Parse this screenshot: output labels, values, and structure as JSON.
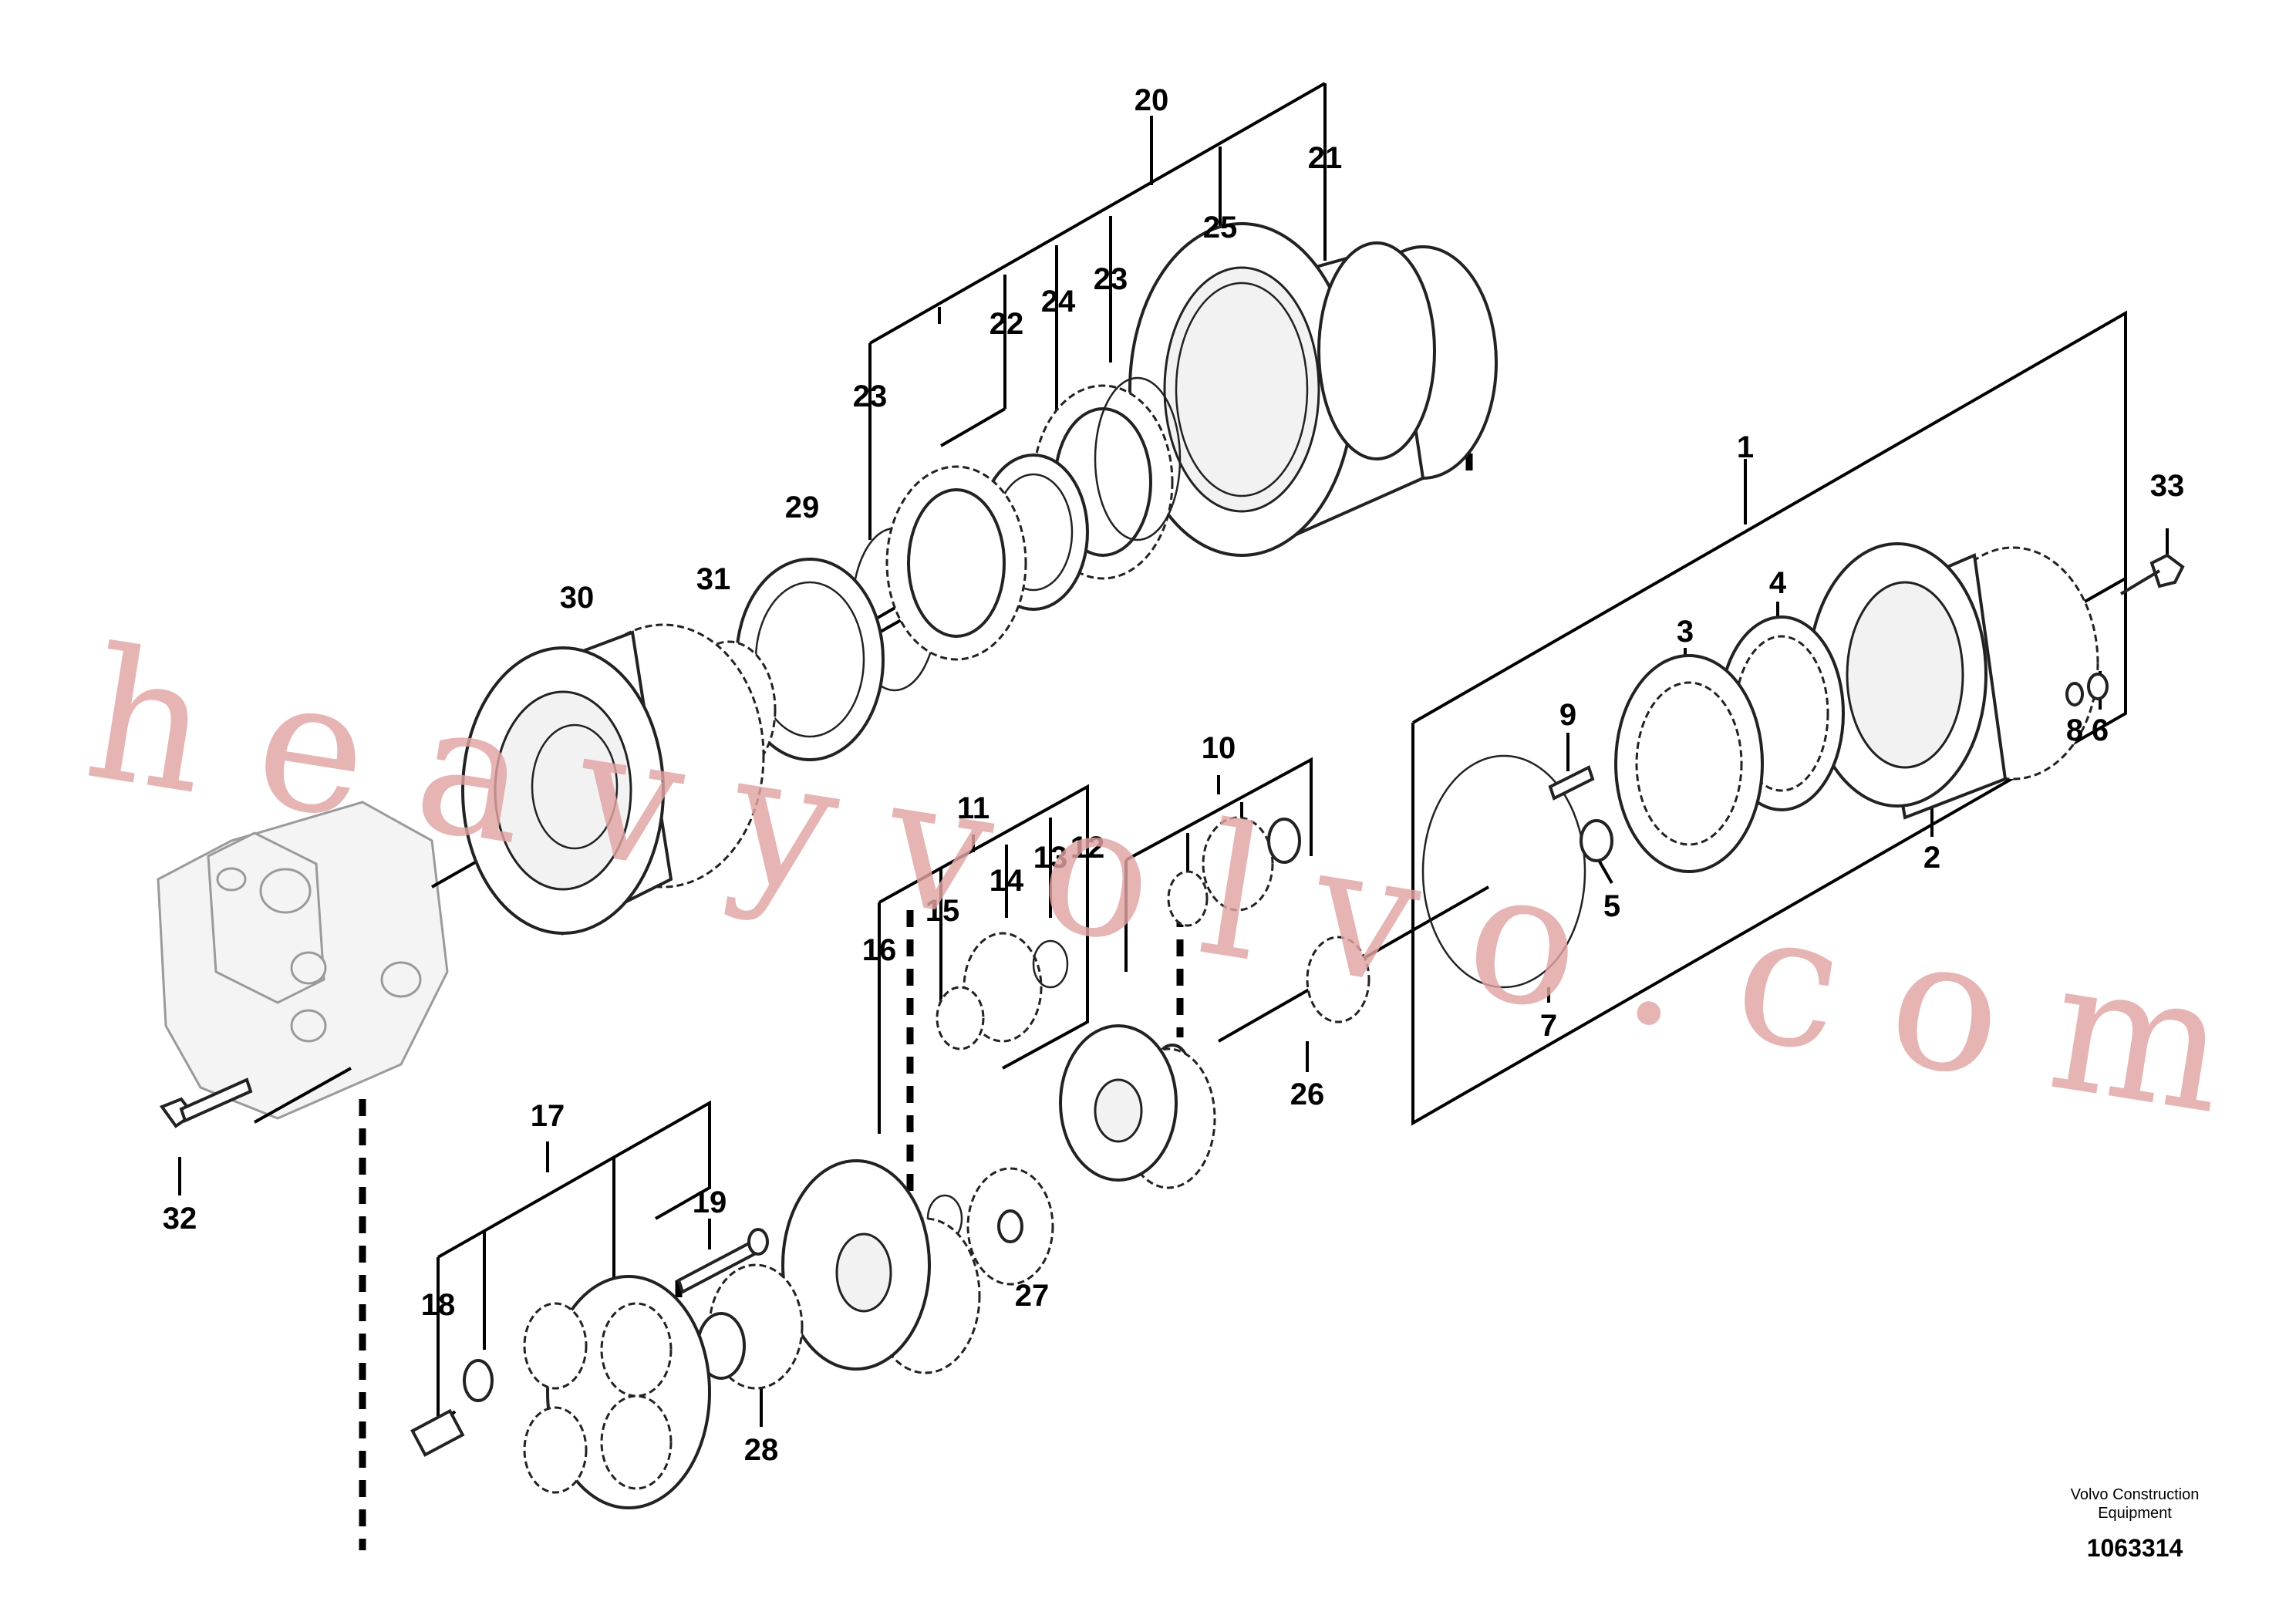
{
  "labels": [
    {
      "id": "20",
      "text": "20"
    },
    {
      "id": "21",
      "text": "21"
    },
    {
      "id": "25",
      "text": "25"
    },
    {
      "id": "22",
      "text": "22"
    },
    {
      "id": "24",
      "text": "24"
    },
    {
      "id": "23a",
      "text": "23"
    },
    {
      "id": "23b",
      "text": "23"
    },
    {
      "id": "29",
      "text": "29"
    },
    {
      "id": "30",
      "text": "30"
    },
    {
      "id": "31",
      "text": "31"
    },
    {
      "id": "1",
      "text": "1"
    },
    {
      "id": "33",
      "text": "33"
    },
    {
      "id": "3",
      "text": "3"
    },
    {
      "id": "4",
      "text": "4"
    },
    {
      "id": "9",
      "text": "9"
    },
    {
      "id": "8",
      "text": "8"
    },
    {
      "id": "6",
      "text": "6"
    },
    {
      "id": "2",
      "text": "2"
    },
    {
      "id": "5",
      "text": "5"
    },
    {
      "id": "7",
      "text": "7"
    },
    {
      "id": "10",
      "text": "10"
    },
    {
      "id": "11",
      "text": "11"
    },
    {
      "id": "14",
      "text": "14"
    },
    {
      "id": "13",
      "text": "13"
    },
    {
      "id": "12",
      "text": "12"
    },
    {
      "id": "15",
      "text": "15"
    },
    {
      "id": "16",
      "text": "16"
    },
    {
      "id": "26",
      "text": "26"
    },
    {
      "id": "17",
      "text": "17"
    },
    {
      "id": "19",
      "text": "19"
    },
    {
      "id": "18",
      "text": "18"
    },
    {
      "id": "27",
      "text": "27"
    },
    {
      "id": "28",
      "text": "28"
    },
    {
      "id": "32",
      "text": "32"
    }
  ],
  "footer": {
    "company_line1": "Volvo Construction",
    "company_line2": "Equipment",
    "doc_number": "1063314"
  },
  "watermark": "heavyvolvo.com"
}
